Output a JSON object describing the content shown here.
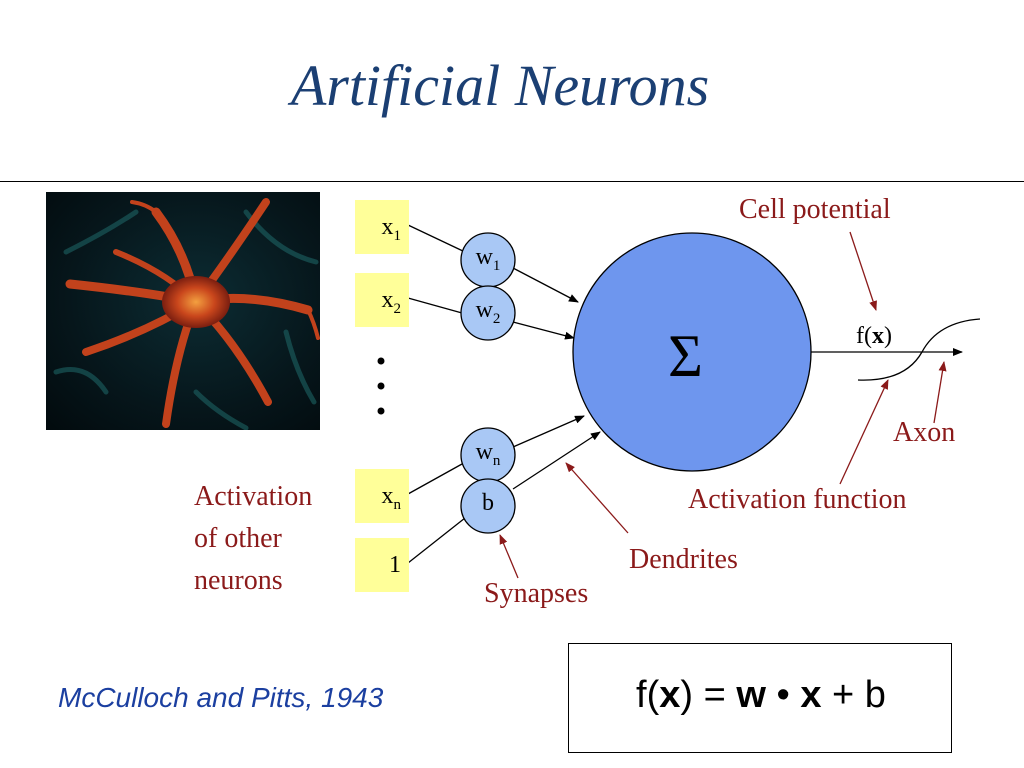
{
  "slide": {
    "title": "Artificial Neurons",
    "citation": "McCulloch and Pitts, 1943"
  },
  "inputs": [
    {
      "base": "x",
      "sub": "1"
    },
    {
      "base": "x",
      "sub": "2"
    },
    {
      "base": "x",
      "sub": "n"
    },
    {
      "base": "1",
      "sub": ""
    }
  ],
  "weights": [
    {
      "base": "w",
      "sub": "1"
    },
    {
      "base": "w",
      "sub": "2"
    },
    {
      "base": "w",
      "sub": "n"
    },
    {
      "base": "b",
      "sub": ""
    }
  ],
  "neuron": {
    "symbol": "Σ"
  },
  "output": {
    "prefix": "f(",
    "var": "x",
    "suffix": ")"
  },
  "annotations": {
    "cell_potential": "Cell potential",
    "axon": "Axon",
    "activation_function": "Activation function",
    "dendrites": "Dendrites",
    "synapses": "Synapses",
    "activation_other": [
      "Activation",
      "of other",
      "neurons"
    ]
  },
  "formula": {
    "f": "f(",
    "x1": "x",
    "close": ") = ",
    "w": "w",
    "dot": " • ",
    "x2": "x",
    "plus": " + b"
  },
  "colors": {
    "title": "#1b3f73",
    "annotation": "#8b1a1a",
    "input_box": "#ffff99",
    "neuron_fill": "#6e96ee",
    "weight_fill": "#a9c8f5",
    "citation": "#1b3fa0"
  }
}
